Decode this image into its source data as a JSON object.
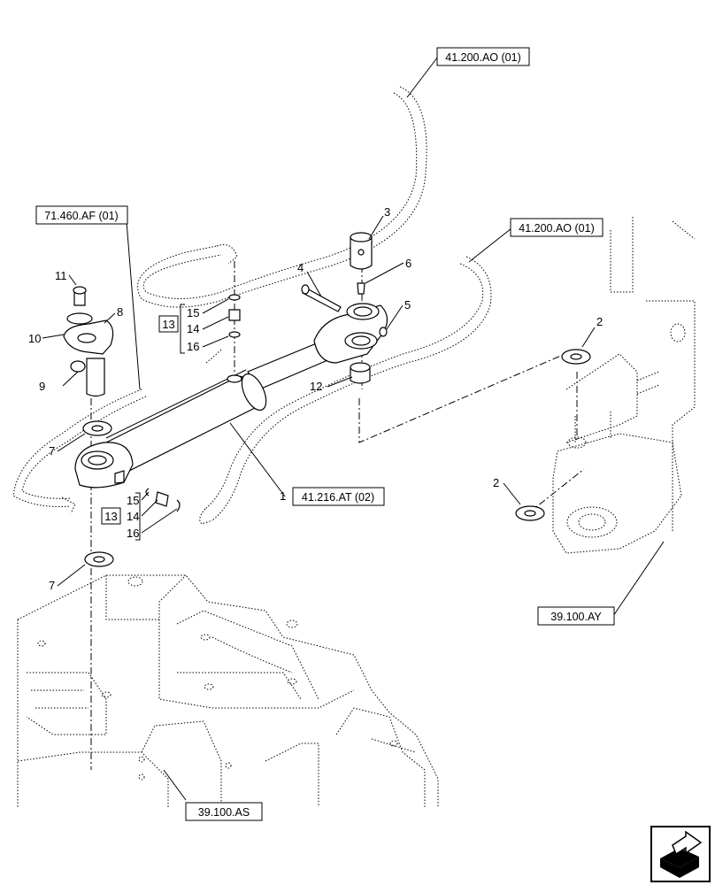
{
  "references": {
    "hose_top": "41.200.AO (01)",
    "hose_right": "41.200.AO (01)",
    "linkage": "71.460.AF (01)",
    "cylinder": "41.216.AT (02)",
    "frame_right": "39.100.AY",
    "frame_bottom": "39.100.AS"
  },
  "callouts": {
    "n1": "1",
    "n2a": "2",
    "n2b": "2",
    "n3": "3",
    "n4": "4",
    "n5": "5",
    "n6": "6",
    "n7a": "7",
    "n7b": "7",
    "n8": "8",
    "n9": "9",
    "n10": "10",
    "n11": "11",
    "n12": "12",
    "kit_a": "13",
    "kit_a_15": "15",
    "kit_a_14": "14",
    "kit_a_16": "16",
    "kit_b": "13",
    "kit_b_15": "15",
    "kit_b_14": "14",
    "kit_b_16": "16"
  },
  "icons": {
    "corner": "next-page-arrow-icon"
  }
}
